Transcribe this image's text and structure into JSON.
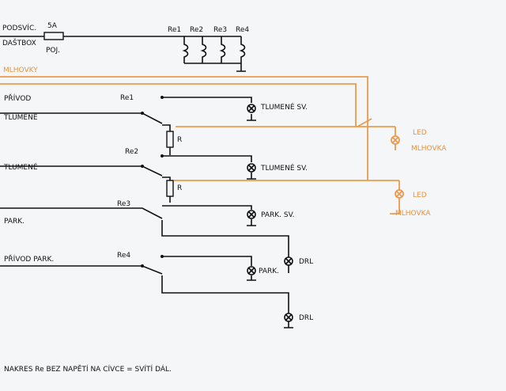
{
  "supply": {
    "label1": "PODSVÍC.",
    "label2": "DAŠTBOX",
    "fuse_rating": "5A",
    "fuse_label": "POJ."
  },
  "relays": [
    "Re1",
    "Re2",
    "Re3",
    "Re4"
  ],
  "fog": {
    "label": "MLHOVKY"
  },
  "inputs": {
    "privod": "PŘÍVOD",
    "tlumene1": "TLUMENÉ",
    "tlumene2": "TLUMENÉ",
    "park": "PARK.",
    "privod_park": "PŘÍVOD PARK."
  },
  "resistor": "R",
  "lamps": {
    "tlumene1": "TLUMENÉ SV.",
    "tlumene2": "TLUMENÉ SV.",
    "park1": "PARK. SV.",
    "park2": "PARK.",
    "drl1": "DRL",
    "drl2": "DRL"
  },
  "leds": [
    {
      "l1": "LED",
      "l2": "MLHOVKA"
    },
    {
      "l1": "LED",
      "l2": "MLHOVKA"
    }
  ],
  "note": "NAKRES Re BEZ NAPĚTÍ NA CÍVCE = SVÍTÍ DÁL."
}
